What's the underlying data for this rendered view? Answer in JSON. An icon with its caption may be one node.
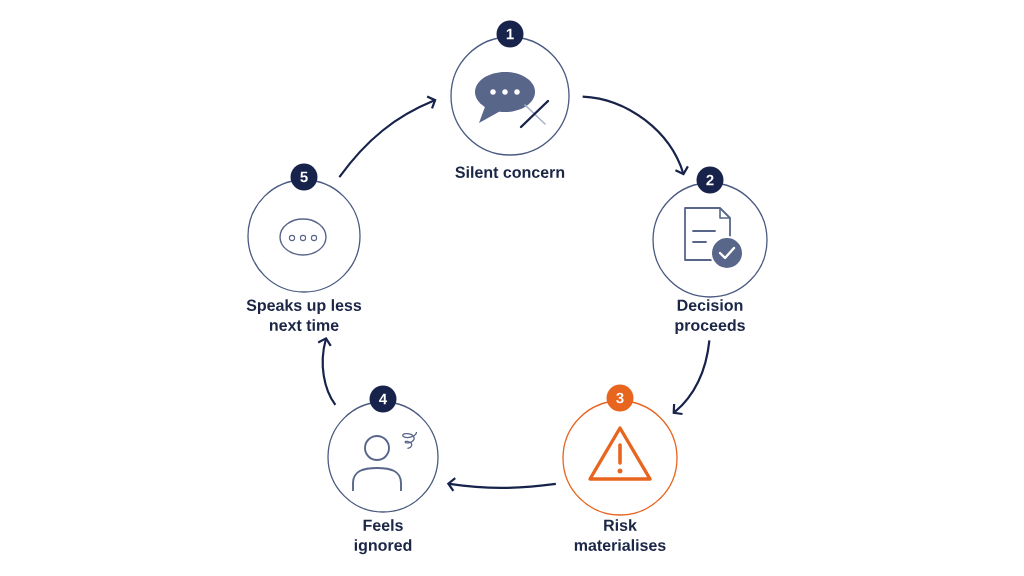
{
  "diagram": {
    "nodes": [
      {
        "text": [
          "1",
          "Silent concern"
        ]
      },
      {
        "text": [
          "2",
          "Decision proceeds"
        ]
      },
      {
        "text": [
          "3",
          "Risk materialises"
        ]
      },
      {
        "text": [
          "4",
          "Feels ignored"
        ]
      },
      {
        "text": [
          "5",
          "Speaks up less next time"
        ]
      }
    ],
    "edges": [
      {
        "from": 0,
        "to": 1,
        "arrow": "to"
      },
      {
        "from": 1,
        "to": 2,
        "arrow": "to"
      },
      {
        "from": 2,
        "to": 3,
        "arrow": "to"
      },
      {
        "from": 3,
        "to": 4,
        "arrow": "to"
      },
      {
        "from": 4,
        "to": 0,
        "arrow": "to"
      }
    ]
  }
}
